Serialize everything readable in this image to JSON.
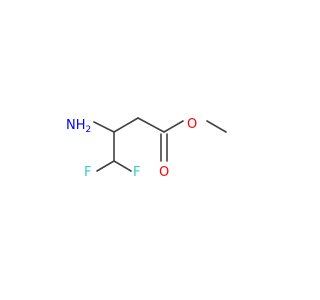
{
  "molecule": {
    "atoms": {
      "amine": {
        "text": "NH",
        "subscript": "2",
        "color": "#0000ff"
      },
      "fluorine_left": {
        "text": "F",
        "color": "#33cccc"
      },
      "fluorine_right": {
        "text": "F",
        "color": "#33cccc"
      },
      "carbonyl_oxygen": {
        "text": "O",
        "color": "#ff0000"
      },
      "ester_oxygen": {
        "text": "O",
        "color": "#ff0000"
      }
    },
    "bond_color": "#404040"
  }
}
